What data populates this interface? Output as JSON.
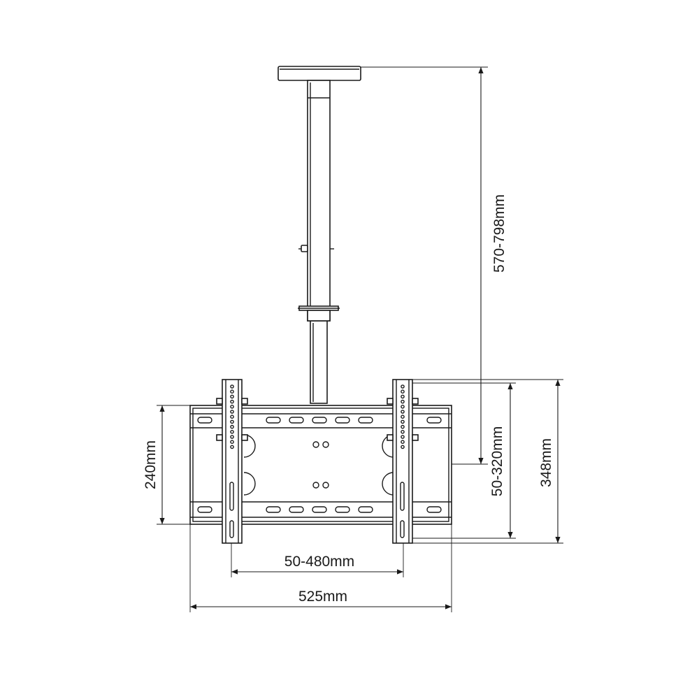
{
  "dimensions": {
    "drop_height": "570-798mm",
    "bracket_height": "240mm",
    "vertical_pitch": "50-320mm",
    "total_height": "348mm",
    "horizontal_pitch": "50-480mm",
    "total_width": "525mm"
  }
}
